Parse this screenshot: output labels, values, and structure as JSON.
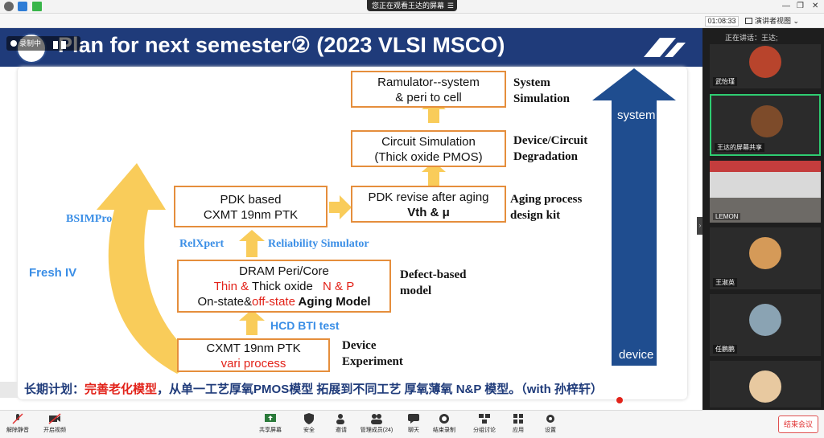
{
  "top_bar": {
    "sharing_notice": "您正在观看王达的屏幕",
    "sharing_menu": "☰",
    "minimize": "—",
    "restore": "❐",
    "close": "✕"
  },
  "sub_bar": {
    "timer": "01:08:33",
    "speaker_view": "演讲者视图"
  },
  "recording": {
    "label": "录制中"
  },
  "slide": {
    "title": "Plan for next semester② (2023 VLSI MSCO)",
    "boxes": {
      "ramulator": [
        "Ramulator--system",
        "& peri to cell"
      ],
      "circuit": [
        "Circuit Simulation",
        "(Thick oxide PMOS)"
      ],
      "pdk_revise_line1": "PDK revise after aging",
      "pdk_revise_line2": "Vth & μ",
      "pdk_based": [
        "PDK based",
        "CXMT 19nm PTK"
      ],
      "dram_line1": "DRAM Peri/Core",
      "dram_line2_a": "Thin &",
      "dram_line2_b": " Thick oxide ",
      "dram_line2_c": "N & P",
      "dram_line3_a": "On-state&",
      "dram_line3_b": "off-state",
      "dram_line3_c": " Aging Model",
      "cxmt_line1": "CXMT 19nm PTK",
      "cxmt_line2": "vari process"
    },
    "labels": {
      "system_sim": [
        "System",
        "Simulation"
      ],
      "device_circuit": [
        "Device/Circuit",
        "Degradation"
      ],
      "aging_kit": [
        "Aging  process",
        "design kit"
      ],
      "defect_model": [
        "Defect-based",
        "model"
      ],
      "device_exp": [
        "Device",
        "Experiment"
      ]
    },
    "blue_labels": {
      "bsimpro": "BSIMPro",
      "fresh_iv": "Fresh IV",
      "relxpert": "RelXpert",
      "reliability": "Reliability Simulator",
      "hcd_bti": "HCD BTI test"
    },
    "big_arrow": {
      "top": "system",
      "bottom": "device"
    },
    "bottom_line": {
      "prefix": "长期计划：",
      "red_part": "完善老化模型",
      "rest": "，从单一工艺厚氧PMOS模型 拓展到不同工艺 厚氧薄氧 N&P 模型。（with 孙梓轩）"
    }
  },
  "participants": {
    "header": "正在讲话：王达;",
    "tiles": [
      {
        "name": "武怡瑾"
      },
      {
        "name": "王达的屏幕共享"
      },
      {
        "name": "LEMON"
      },
      {
        "name": "王淑英"
      },
      {
        "name": "任鹏鹏"
      },
      {
        "name": ""
      }
    ]
  },
  "toolbar": {
    "mute": "解除静音",
    "video": "开启视频",
    "share": "共享屏幕",
    "security": "安全",
    "invite": "邀请",
    "manage": "管理成员(24)",
    "chat": "聊天",
    "record": "结束录制",
    "breakout": "分组讨论",
    "apps": "应用",
    "settings": "设置",
    "end": "结束会议"
  },
  "colors": {
    "title_blue": "#1f3b7a",
    "box_orange": "#e58e3c",
    "arrow_yellow": "#f9cc5a",
    "label_blue": "#3a8ee6",
    "red": "#e2231a"
  }
}
